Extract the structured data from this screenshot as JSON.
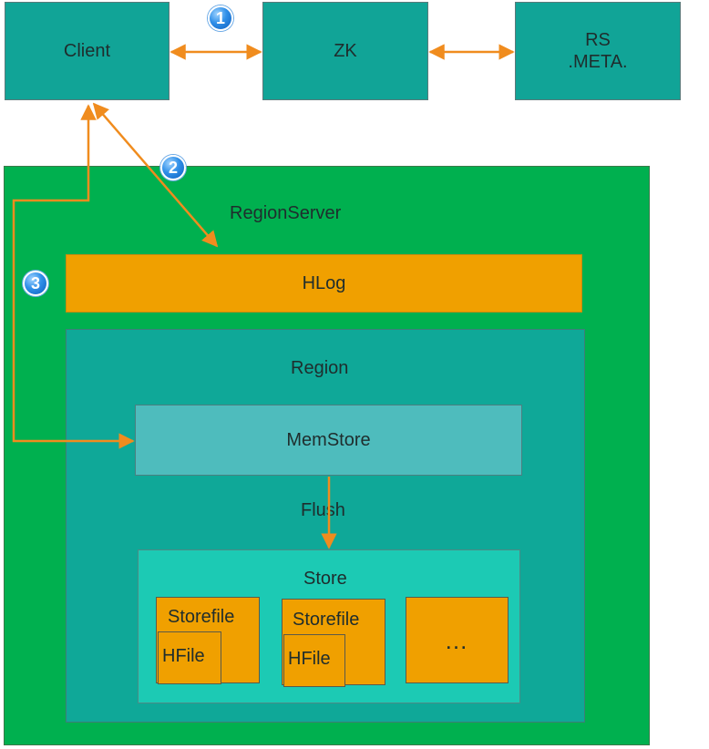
{
  "nodes": {
    "client": "Client",
    "zk": "ZK",
    "rs_line1": "RS",
    "rs_line2": ".META."
  },
  "badges": {
    "one": "1",
    "two": "2",
    "three": "3"
  },
  "region_server": {
    "title": "RegionServer"
  },
  "hlog": {
    "label": "HLog"
  },
  "region": {
    "title": "Region"
  },
  "memstore": {
    "label": "MemStore"
  },
  "flush": {
    "label": "Flush"
  },
  "store": {
    "title": "Store",
    "storefiles": [
      {
        "label": "Storefile",
        "hfile": "HFile"
      },
      {
        "label": "Storefile",
        "hfile": "HFile"
      }
    ],
    "more": "…"
  },
  "colors": {
    "region_server_green": "#00b04f",
    "teal": "#11a497",
    "region_teal": "#0fa898",
    "memstore_teal": "#4ebcbd",
    "store_teal": "#1ccab4",
    "orange": "#f0a000",
    "arrow_orange": "#f08c1e",
    "badge_blue": "#2f8fe8"
  }
}
